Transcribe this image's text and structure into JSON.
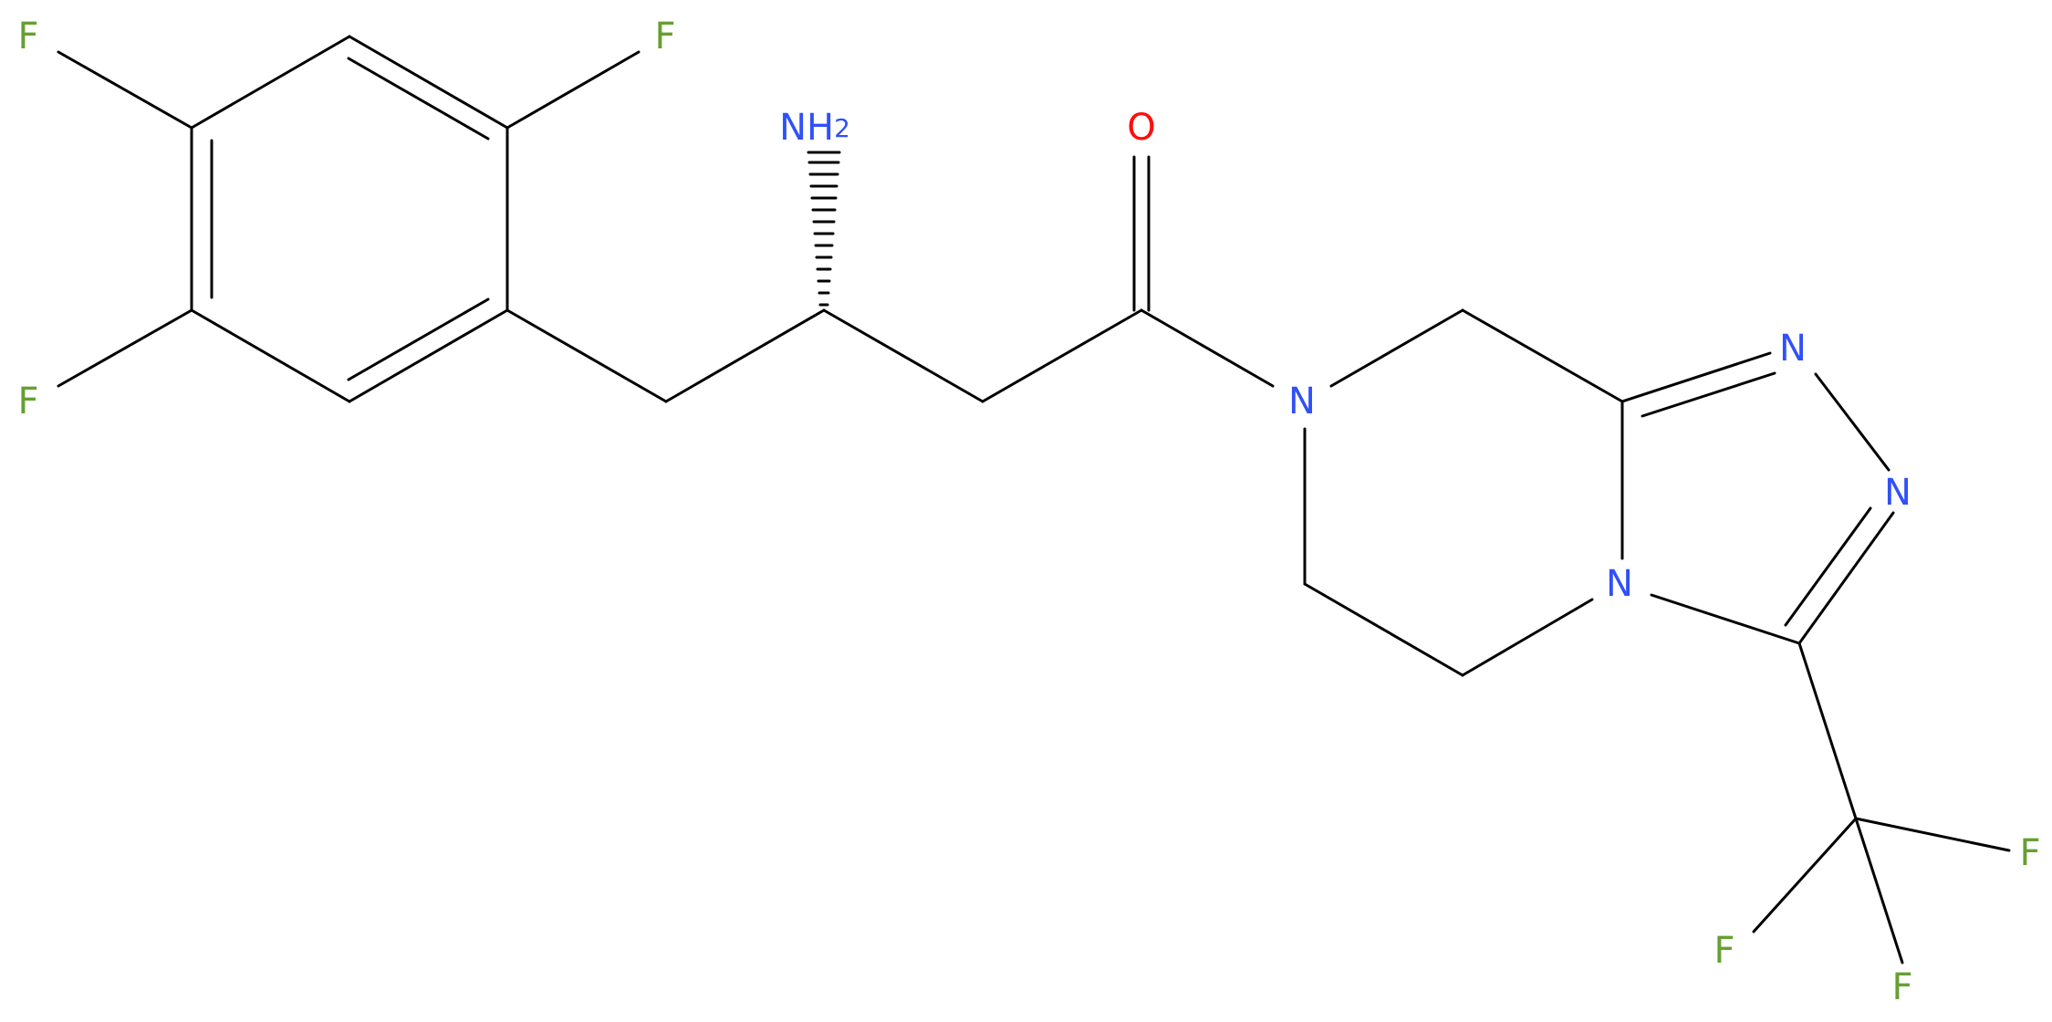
{
  "molecule": {
    "colors": {
      "bond": "#000000",
      "F": "#65a032",
      "N": "#3050f8",
      "O": "#ff0d0d"
    },
    "labels": {
      "f1": "F",
      "f2": "F",
      "f3": "F",
      "nh2_n": "NH",
      "nh2_sub": "2",
      "o1": "O",
      "n_amide": "N",
      "n_tri1": "N",
      "n_tri2": "N",
      "n_bridge": "N",
      "f4": "F",
      "f5": "F",
      "f6": "F"
    }
  }
}
